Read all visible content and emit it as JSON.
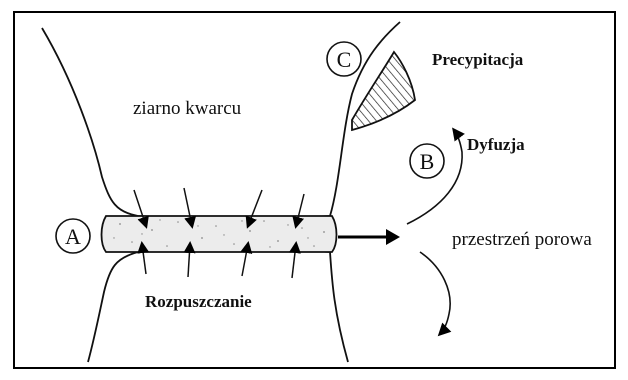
{
  "diagram": {
    "labels": {
      "grain": "ziarno kwarcu",
      "precipitation": "Precypitacja",
      "diffusion": "Dyfuzja",
      "pore_space": "przestrzeń porowa",
      "dissolution": "Rozpuszczanie"
    },
    "markers": {
      "a": "A",
      "b": "B",
      "c": "C"
    }
  }
}
